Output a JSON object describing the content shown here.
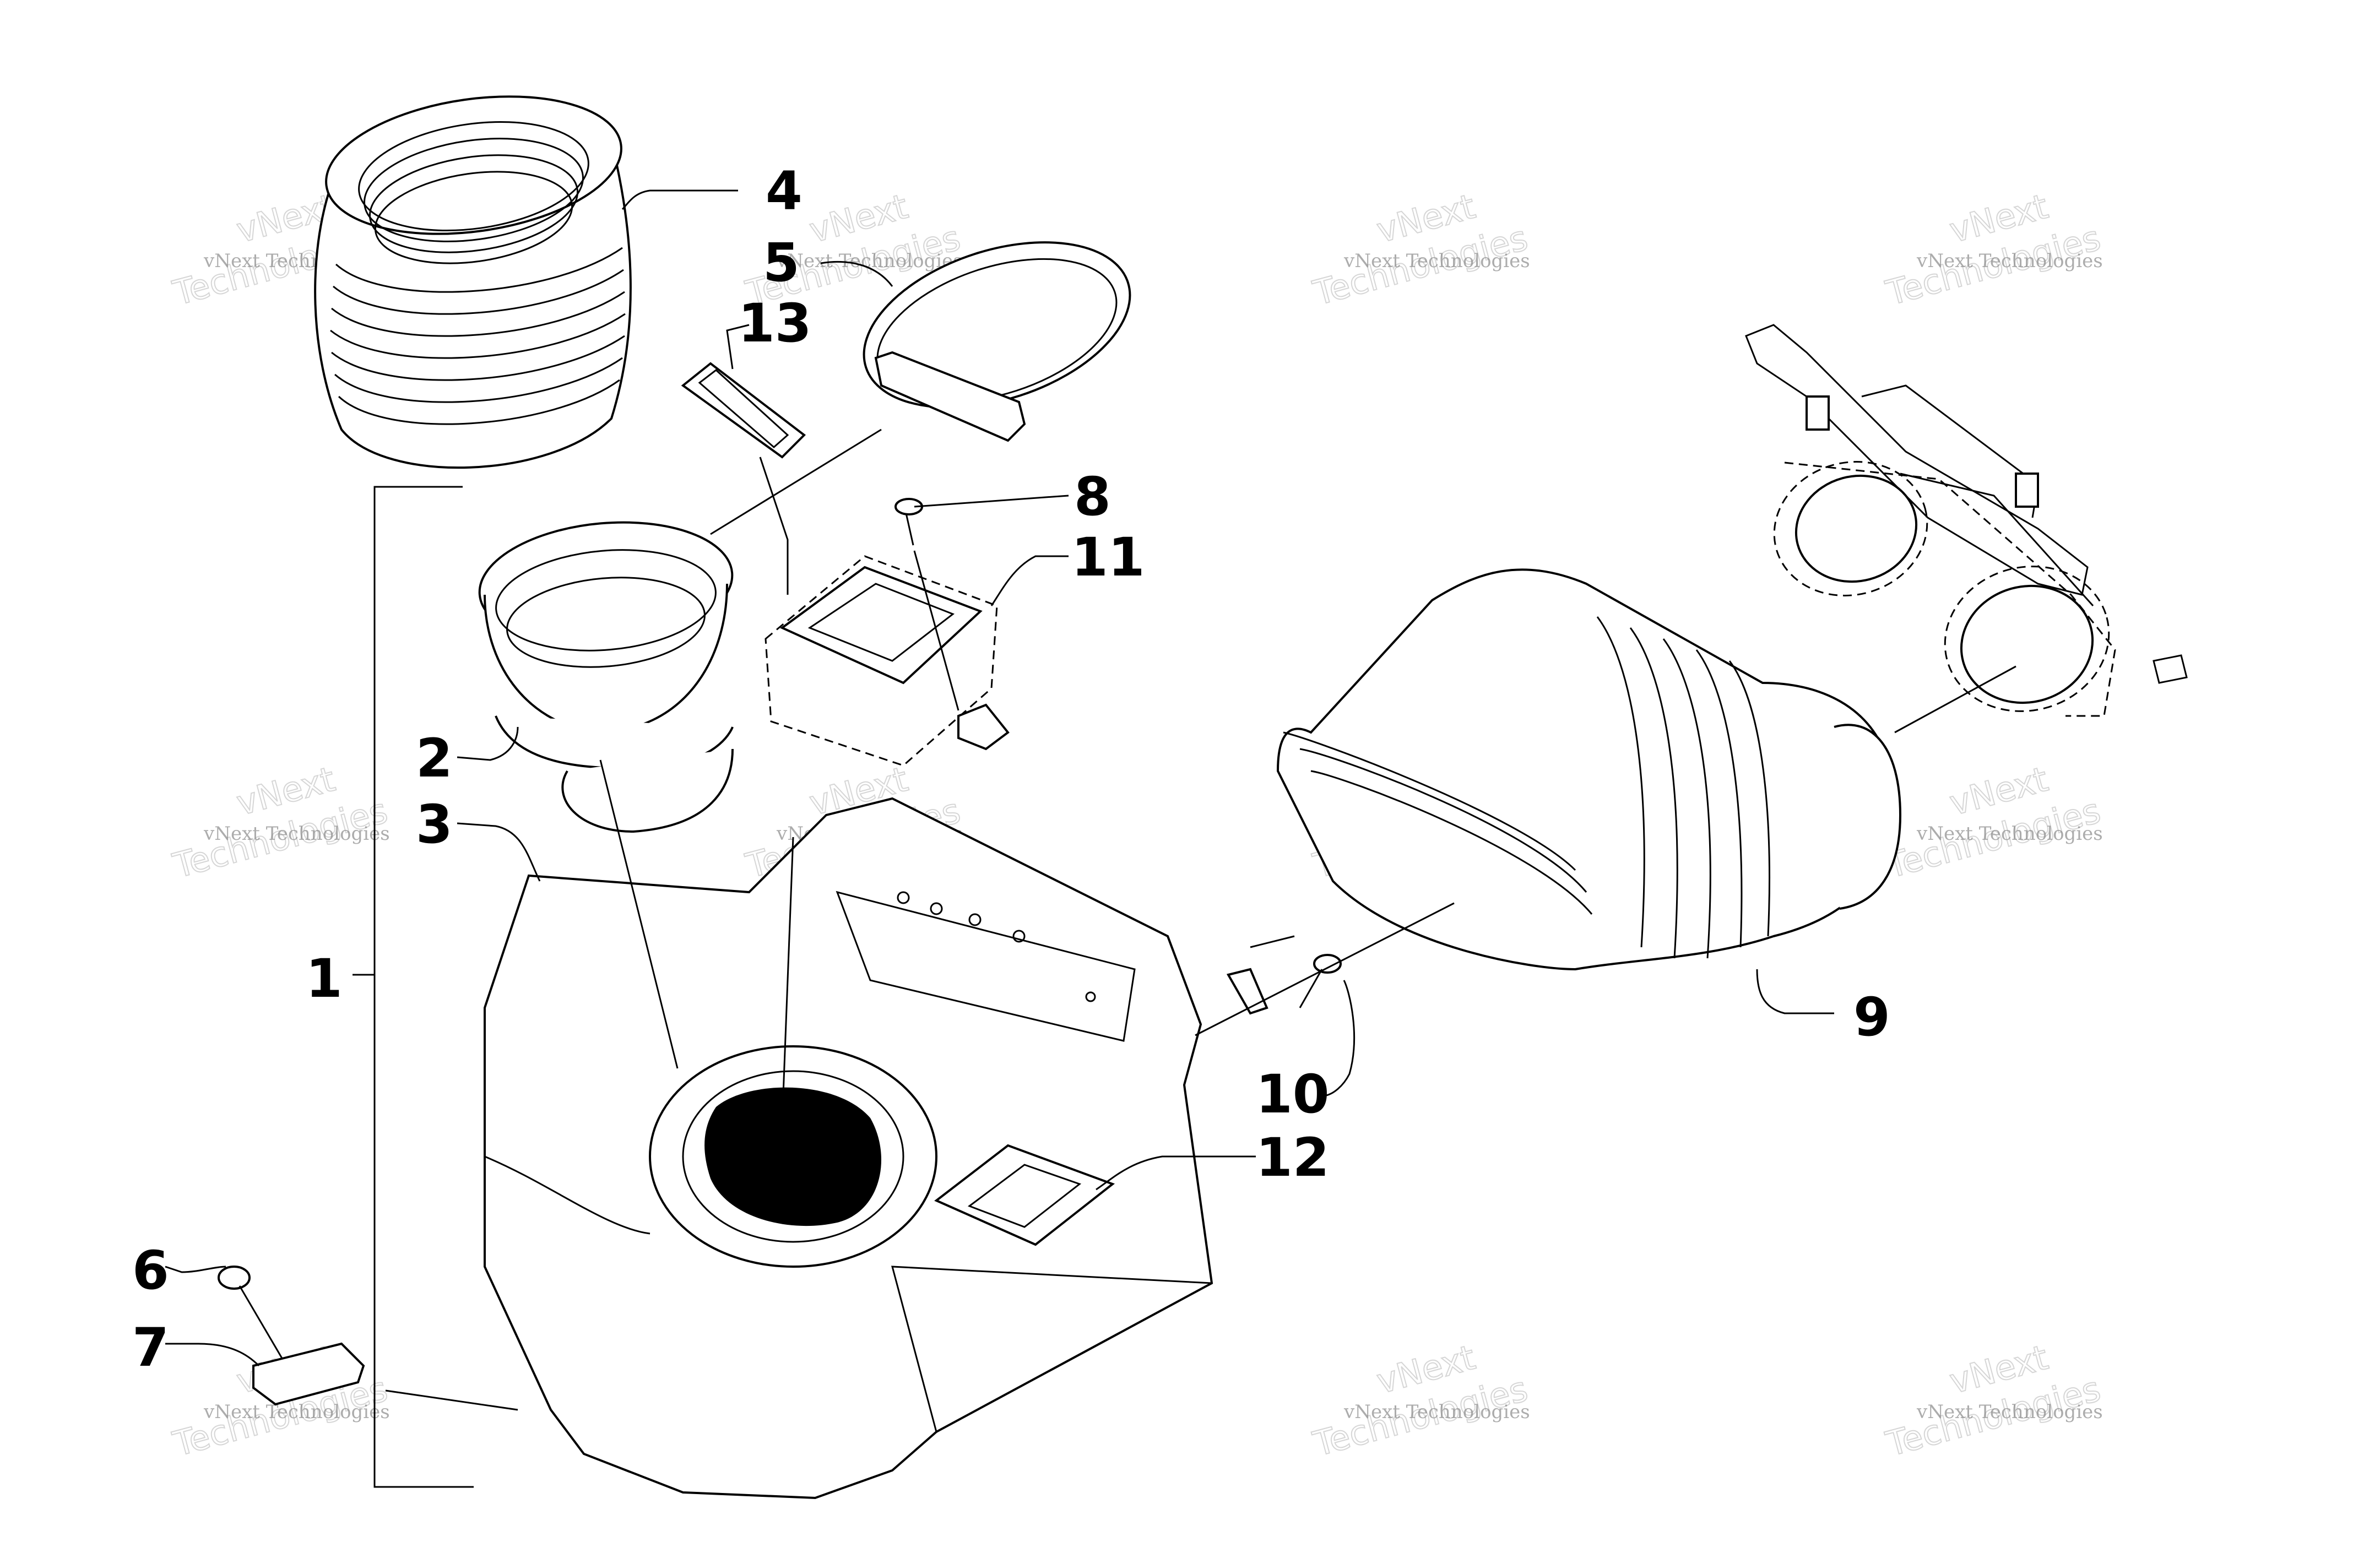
{
  "callouts": [
    {
      "id": "1",
      "text": "1"
    },
    {
      "id": "2",
      "text": "2"
    },
    {
      "id": "3",
      "text": "3"
    },
    {
      "id": "4",
      "text": "4"
    },
    {
      "id": "5",
      "text": "5"
    },
    {
      "id": "6",
      "text": "6"
    },
    {
      "id": "7",
      "text": "7"
    },
    {
      "id": "8",
      "text": "8"
    },
    {
      "id": "9",
      "text": "9"
    },
    {
      "id": "10",
      "text": "10"
    },
    {
      "id": "11",
      "text": "11"
    },
    {
      "id": "12",
      "text": "12"
    },
    {
      "id": "13",
      "text": "13"
    }
  ],
  "watermark": {
    "line_small": "vNext Technologies",
    "line_big_a": "vNext",
    "line_big_b": "Technologies"
  }
}
